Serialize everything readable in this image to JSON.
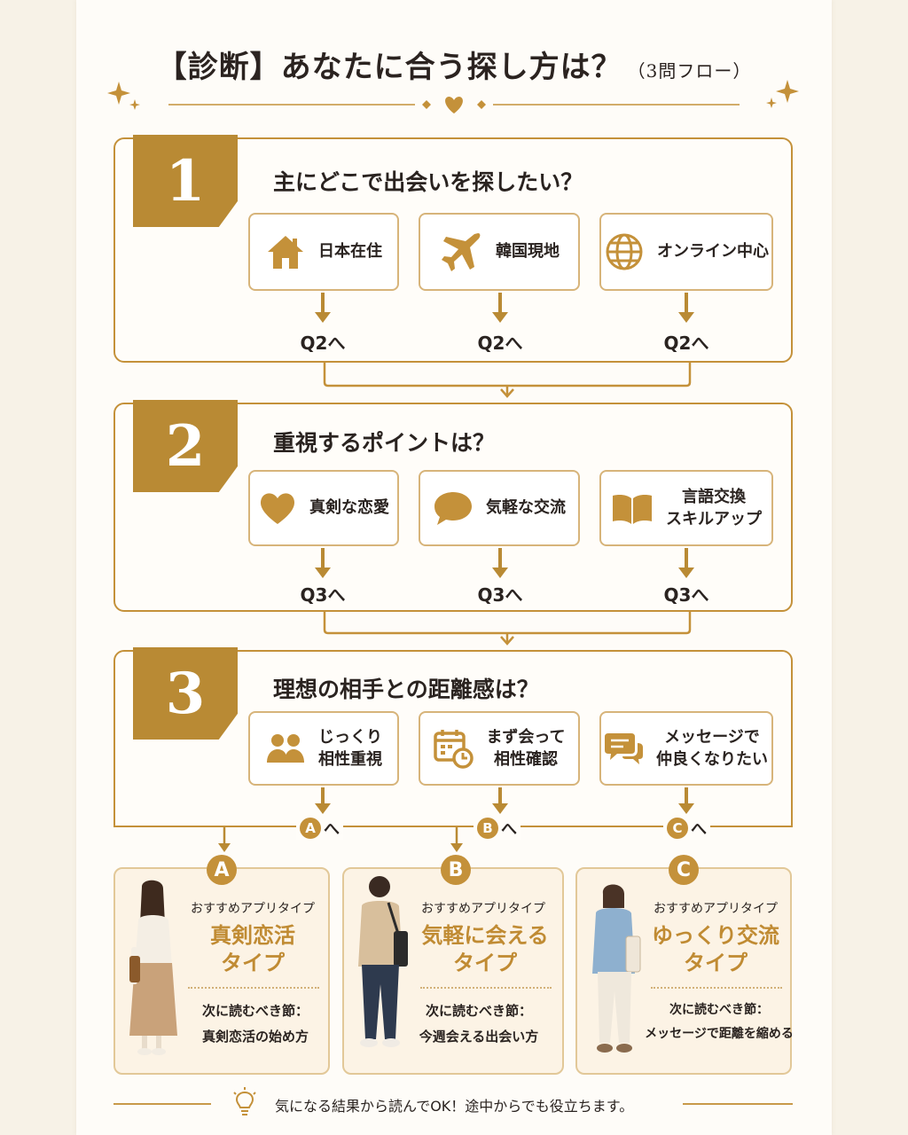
{
  "title": {
    "main": "【診断】あなたに合う探し方は？",
    "sub": "（3問フロー）"
  },
  "colors": {
    "accent": "#c4913a",
    "tab": "#b98a34",
    "result_bg": "#fcf3e5",
    "text": "#2a2320"
  },
  "q1": {
    "number": "1",
    "question": "主にどこで出会いを探したい？",
    "options": [
      {
        "icon": "house-icon",
        "label": "日本在住",
        "next": "Q2へ"
      },
      {
        "icon": "airplane-icon",
        "label": "韓国現地",
        "next": "Q2へ"
      },
      {
        "icon": "globe-icon",
        "label": "オンライン中心",
        "next": "Q2へ"
      }
    ]
  },
  "q2": {
    "number": "2",
    "question": "重視するポイントは？",
    "options": [
      {
        "icon": "heart-icon",
        "label": "真剣な恋愛",
        "next": "Q3へ"
      },
      {
        "icon": "speech-bubble-icon",
        "label": "気軽な交流",
        "next": "Q3へ"
      },
      {
        "icon": "book-icon",
        "label_line1": "言語交換",
        "label_line2": "スキルアップ",
        "next": "Q3へ"
      }
    ]
  },
  "q3": {
    "number": "3",
    "question": "理想の相手との距離感は？",
    "options": [
      {
        "icon": "people-icon",
        "label_line1": "じっくり",
        "label_line2": "相性重視",
        "letter": "A",
        "suffix": "へ"
      },
      {
        "icon": "calendar-clock-icon",
        "label_line1": "まず会って",
        "label_line2": "相性確認",
        "letter": "B",
        "suffix": "へ"
      },
      {
        "icon": "chat-icon",
        "label_line1": "メッセージで",
        "label_line2": "仲良くなりたい",
        "letter": "C",
        "suffix": "へ"
      }
    ]
  },
  "results": [
    {
      "letter": "A",
      "label": "おすすめアプリタイプ",
      "type_line1": "真剣恋活",
      "type_line2": "タイプ",
      "read_label": "次に読むべき節：",
      "read_target": "真剣恋活の始め方"
    },
    {
      "letter": "B",
      "label": "おすすめアプリタイプ",
      "type_line1": "気軽に会える",
      "type_line2": "タイプ",
      "read_label": "次に読むべき節：",
      "read_target": "今週会える出会い方"
    },
    {
      "letter": "C",
      "label": "おすすめアプリタイプ",
      "type_line1": "ゆっくり交流",
      "type_line2": "タイプ",
      "read_label": "次に読むべき節：",
      "read_target": "メッセージで距離を縮める"
    }
  ],
  "footer": {
    "icon": "lightbulb-icon",
    "text": "気になる結果から読んでOK！途中からでも役立ちます。"
  }
}
